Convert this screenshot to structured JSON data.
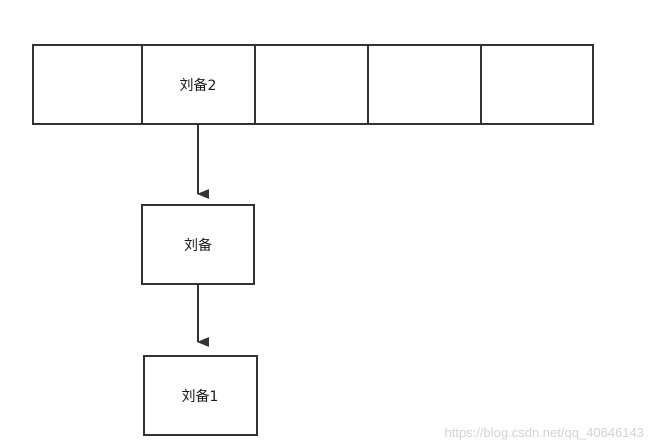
{
  "array": {
    "cells": [
      "",
      "刘备2",
      "",
      "",
      ""
    ]
  },
  "chain": {
    "nodes": [
      "刘备",
      "刘备1"
    ]
  },
  "watermark": "https://blog.csdn.net/qq_40646143",
  "colors": {
    "stroke": "#333333",
    "text": "#1a1a1a",
    "watermark": "#d2d2d2",
    "background": "#ffffff"
  }
}
